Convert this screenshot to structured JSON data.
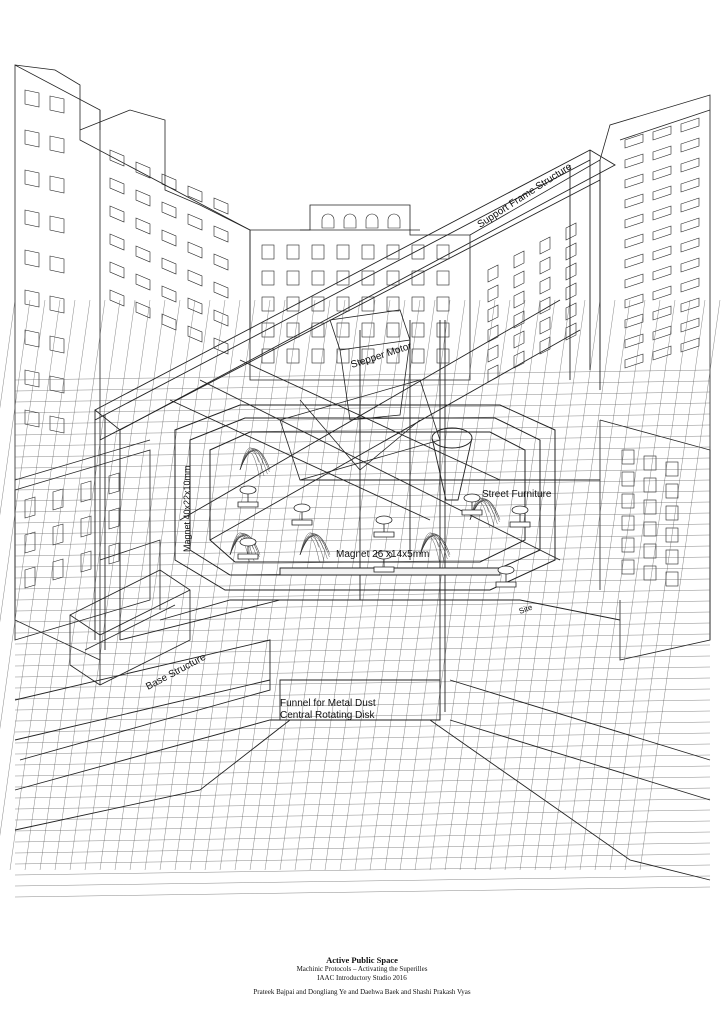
{
  "labels": {
    "support_frame": "Support Frame Structure",
    "stepper_motor": "Stepper Motor",
    "street_furniture": "Street Furniture",
    "magnet_vertical": "Magnet 40x22x10mm",
    "magnet_horizontal": "Magnet 26 x14x5mm",
    "site": "Site",
    "base_structure": "Base Structure",
    "funnel": "Funnel for Metal Dust",
    "rotating_disk": "Central Rotating Disk"
  },
  "title_block": {
    "title": "Active Public Space",
    "subtitle": "Machinic Protocols – Activating the Superilles",
    "studio": "IAAC Introductory Studio 2016",
    "authors": "Prateek Bajpai and Dongliang Ye and Daehwa Baek and Shashi Prakash Vyas"
  }
}
